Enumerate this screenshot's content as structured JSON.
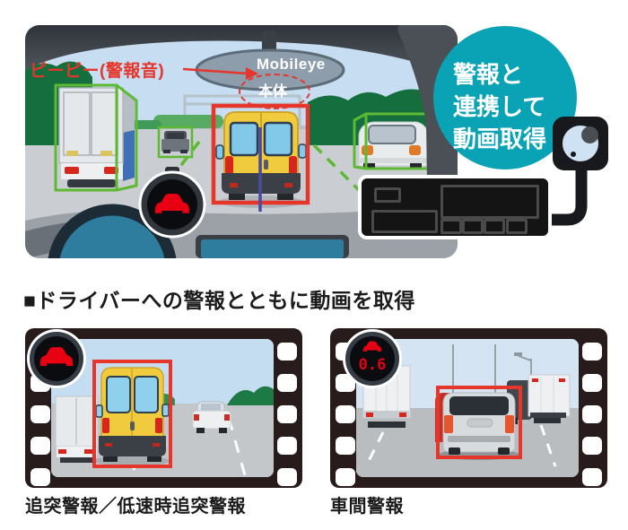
{
  "illustration": {
    "alarm_sound_label": "ピーピー(警報音)",
    "camera_unit_brand": "Mobileye",
    "camera_unit_label": "本体",
    "callout": {
      "lines": [
        "警報と",
        "連携して",
        "動画取得"
      ]
    },
    "icons": {
      "warning_display": "car-collision-warning-icon",
      "camera": "mobileye-camera-icon",
      "recorder": "drive-recorder-device"
    }
  },
  "section": {
    "heading": "■ドライバーへの警報とともに動画を取得"
  },
  "films": [
    {
      "caption": "追突警報／低速時追突警報"
    },
    {
      "caption": "車間警報",
      "headway_value": "0.6"
    }
  ],
  "colors": {
    "accent_teal": "#0aa3b5",
    "alert_red": "#e6362b",
    "detection_green": "#5db832",
    "film_black": "#281b1b"
  }
}
